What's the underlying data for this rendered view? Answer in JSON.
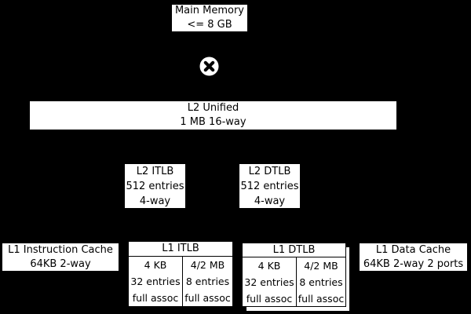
{
  "colors": {
    "background": "#000000",
    "box_fill": "#ffffff",
    "box_border": "#000000",
    "text": "#000000"
  },
  "icons": {
    "crossbar": "circled-x-switch"
  },
  "nodes": {
    "main_memory": {
      "line1": "Main Memory",
      "line2": "<= 8 GB"
    },
    "l2_unified": {
      "line1": "L2 Unified",
      "line2": "1 MB 16-way"
    },
    "l2_itlb": {
      "line1": "L2 ITLB",
      "line2": "512 entries",
      "line3": "4-way"
    },
    "l2_dtlb": {
      "line1": "L2 DTLB",
      "line2": "512 entries",
      "line3": "4-way"
    },
    "l1_instruction_cache": {
      "line1": "L1 Instruction Cache",
      "line2": "64KB 2-way"
    },
    "l1_itlb": {
      "title": "L1 ITLB",
      "small_pages": {
        "line1": "4 KB",
        "line2": "32 entries",
        "line3": "full assoc"
      },
      "large_pages": {
        "line1": "4/2 MB",
        "line2": "8 entries",
        "line3": "full assoc"
      }
    },
    "l1_dtlb": {
      "title": "L1 DTLB",
      "small_pages": {
        "line1": "4 KB",
        "line2": "32 entries",
        "line3": "full assoc"
      },
      "large_pages": {
        "line1": "4/2 MB",
        "line2": "8 entries",
        "line3": "full assoc"
      }
    },
    "l1_data_cache": {
      "line1": "L1 Data Cache",
      "line2": "64KB 2-way 2 ports"
    }
  }
}
